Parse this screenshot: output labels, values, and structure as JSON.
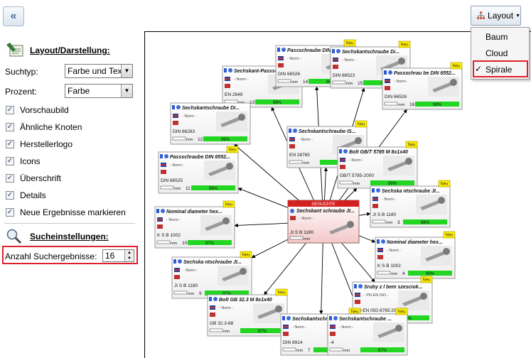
{
  "collapse_glyph": "«",
  "layout_section": {
    "title": "Layout/Darstellung:"
  },
  "search_type": {
    "label": "Suchtyp:",
    "value": "Farbe und Text"
  },
  "percent": {
    "label": "Prozent:",
    "value": "Farbe"
  },
  "options": [
    {
      "label": "Vorschaubild",
      "checked": true
    },
    {
      "label": "Ähnliche Knoten",
      "checked": true
    },
    {
      "label": "Herstellerlogo",
      "checked": true
    },
    {
      "label": "Icons",
      "checked": true
    },
    {
      "label": "Überschrift",
      "checked": true
    },
    {
      "label": "Details",
      "checked": true
    },
    {
      "label": "Neue Ergebnisse markieren",
      "checked": true
    }
  ],
  "search_section": {
    "title": "Sucheinstellungen:"
  },
  "result_count": {
    "label": "Anzahl Suchergebnisse:",
    "value": "16"
  },
  "layout_button": {
    "label": "Layout"
  },
  "layout_menu": {
    "items": [
      "Baum",
      "Cloud",
      "Spirale"
    ],
    "selected": "Spirale"
  },
  "graph": {
    "center": {
      "banner": "GESUCHTE",
      "title": "Sechskant schraube JI...",
      "sub": "- Norm -",
      "spec": "JI S B 1180"
    },
    "nodes": [
      {
        "id": 1,
        "title": "Sechskant-Passschr...",
        "spec": "EN 2649",
        "num": "13",
        "pct": "98%",
        "neu": false
      },
      {
        "id": 2,
        "title": "Passschraube DIN ...",
        "spec": "DIN 66526",
        "num": "14",
        "pct": "96%",
        "neu": true
      },
      {
        "id": 3,
        "title": "Sechskantschraube Di...",
        "spec": "DIN 66523",
        "num": "15",
        "pct": "98%",
        "neu": true
      },
      {
        "id": 4,
        "title": "Passschrau be DIN 6552...",
        "spec": "DIN 66526",
        "num": "16",
        "pct": "98%",
        "neu": true
      },
      {
        "id": 5,
        "title": "Sechskantschraube DI...",
        "spec": "DIN 66283",
        "num": "12",
        "pct": "96%",
        "neu": false
      },
      {
        "id": 6,
        "title": "Sechskantschraube IS...",
        "spec": "EN 28765",
        "num": "",
        "pct": "96%",
        "neu": true
      },
      {
        "id": 7,
        "title": "Passschraube DIN 6552...",
        "spec": "DIN 66525",
        "num": "11",
        "pct": "96%",
        "neu": true
      },
      {
        "id": 8,
        "title": "Bolt GB/T 5785 M 8x1x40",
        "spec": "GB/T 5785-2000",
        "num": "",
        "pct": "98%",
        "neu": true
      },
      {
        "id": 9,
        "title": "Sechska ntschraube JI...",
        "spec": "JI S B 1180",
        "num": "3",
        "pct": "98%",
        "neu": true
      },
      {
        "id": 10,
        "title": "Nominal diameter hex...",
        "spec": "K S B 1002",
        "num": "10",
        "pct": "97%",
        "neu": true
      },
      {
        "id": 11,
        "title": "Nominal diameter hex...",
        "spec": "K S B 1002",
        "num": "4",
        "pct": "98%",
        "neu": true
      },
      {
        "id": 12,
        "title": "Sechska ntschraube JI...",
        "spec": "JI S B 1180",
        "num": "9",
        "pct": "97%",
        "neu": true
      },
      {
        "id": 13,
        "title": "Sruby z l bem szesciok...",
        "spec": "PN-EN ISO 8765:2004",
        "sub": "- PN EN ISO -",
        "num": "",
        "pct": "97%",
        "neu": true
      },
      {
        "id": 14,
        "title": "Bolt GB 32.3 M 8x1x40",
        "spec": "GB 32.3-88",
        "num": "",
        "pct": "97%",
        "neu": true
      },
      {
        "id": 15,
        "title": "Sechskantschraube DI...",
        "spec": "DIN 8914",
        "num": "7",
        "pct": "97%",
        "neu": true
      },
      {
        "id": 16,
        "title": "Sechskantschraube ...",
        "spec": "-4",
        "num": "",
        "pct": "97%",
        "neu": true
      }
    ],
    "norm_label": "- Norm -",
    "neu_label": "Neu",
    "mm_label": "mm"
  },
  "colors": {
    "accent_red": "#e0202a",
    "bar_green": "#22d622",
    "banner_red": "#d42020",
    "neu_yellow": "#ffee00"
  }
}
